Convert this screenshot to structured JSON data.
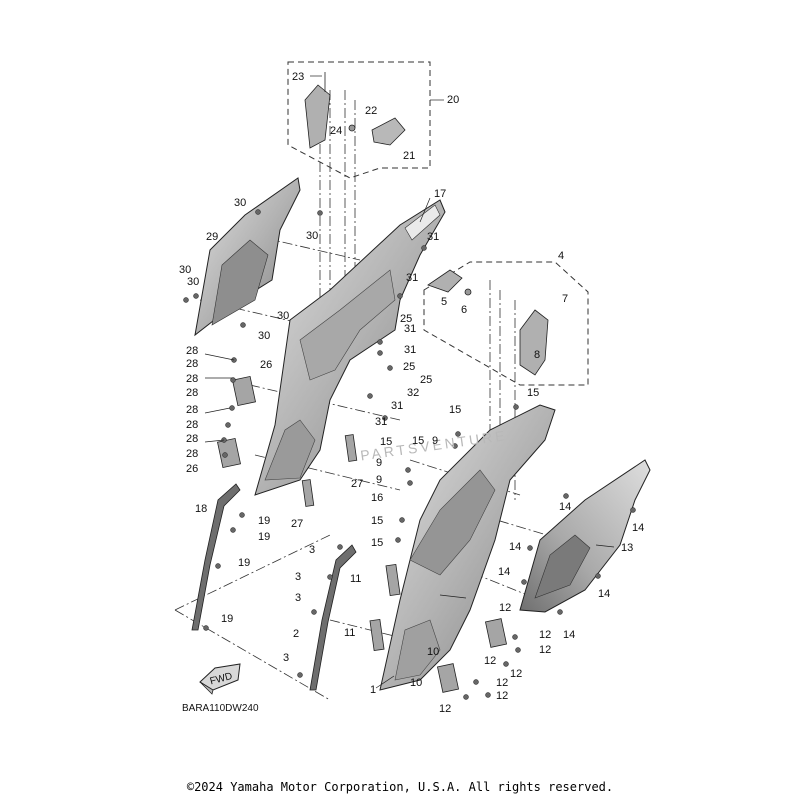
{
  "diagram": {
    "code": "BARA110DW240",
    "fwd_label": "FWD",
    "callouts": {
      "c1": "1",
      "c2": "2",
      "c3a": "3",
      "c3b": "3",
      "c3c": "3",
      "c3d": "3",
      "c4": "4",
      "c5": "5",
      "c6": "6",
      "c7": "7",
      "c8": "8",
      "c9a": "9",
      "c9b": "9",
      "c9c": "9",
      "c10a": "10",
      "c10b": "10",
      "c11a": "11",
      "c11b": "11",
      "c12a": "12",
      "c12b": "12",
      "c12c": "12",
      "c12d": "12",
      "c12e": "12",
      "c12f": "12",
      "c12g": "12",
      "c12h": "12",
      "c13": "13",
      "c14a": "14",
      "c14b": "14",
      "c14c": "14",
      "c14d": "14",
      "c14e": "14",
      "c14f": "14",
      "c15a": "15",
      "c15b": "15",
      "c15c": "15",
      "c15d": "15",
      "c15e": "15",
      "c15f": "15",
      "c16": "16",
      "c17": "17",
      "c18": "18",
      "c19a": "19",
      "c19b": "19",
      "c19c": "19",
      "c19d": "19",
      "c20": "20",
      "c21": "21",
      "c22": "22",
      "c23": "23",
      "c24": "24",
      "c25a": "25",
      "c25b": "25",
      "c25c": "25",
      "c26a": "26",
      "c26b": "26",
      "c27a": "27",
      "c27b": "27",
      "c28a": "28",
      "c28b": "28",
      "c28c": "28",
      "c28d": "28",
      "c28e": "28",
      "c28f": "28",
      "c28g": "28",
      "c28h": "28",
      "c29": "29",
      "c30a": "30",
      "c30b": "30",
      "c30c": "30",
      "c30d": "30",
      "c30e": "30",
      "c31a": "31",
      "c31b": "31",
      "c31c": "31",
      "c31d": "31",
      "c31e": "31",
      "c31f": "31",
      "c32": "32"
    }
  },
  "footer": {
    "copyright": "©2024 Yamaha Motor Corporation, U.S.A. All rights reserved."
  },
  "colors": {
    "panel_fill": "#c9c9c9",
    "panel_dark": "#8a8a8a",
    "line": "#1a1a1a"
  }
}
